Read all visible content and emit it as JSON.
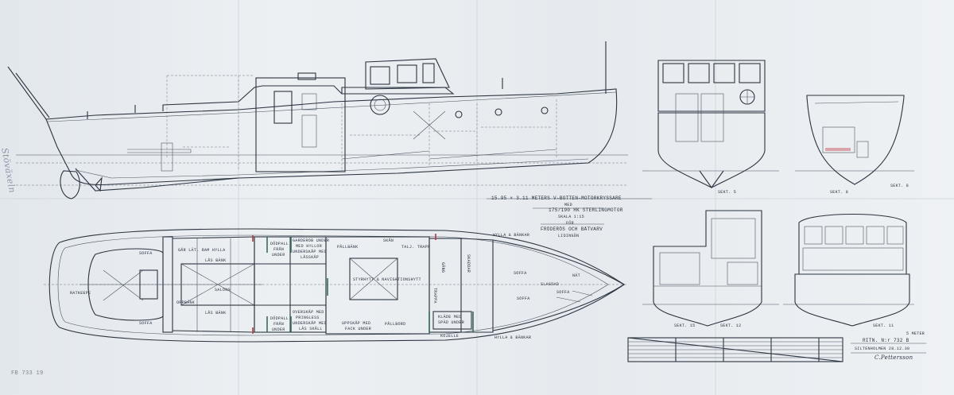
{
  "title_block": {
    "line1": "15.95 × 3.11 METERS V-BOTTEN-MOTORKRYSSARE",
    "line2": "MED",
    "line3": "175/190 HK STERLINGMOTOR",
    "line4": "SKALA 1:15",
    "line5": "FÖR",
    "line6": "FRÖDERÖS OCH BÄTVARV",
    "line7": "LIDINGÖN"
  },
  "drawing_info": {
    "number": "RITN. N:r 732 B",
    "place_date": "SILTENHOLMEN 28.12.30",
    "signature": "C.Pettersson",
    "scale_unit": "5 METER"
  },
  "archive_stamp": "FB 733 19",
  "margin_note": "Stöväxeln",
  "sections": {
    "s1": "SEKT. 5",
    "s2": "SEKT. 8",
    "s3": "SEKT. 15",
    "s4": "SEKT. 12",
    "s5": "SEKT. 11"
  },
  "plan_labels": {
    "ratkeep": "RATKEEPE",
    "sofa_a": "SOFFA",
    "sofa_b": "SOFFA",
    "sofa_c": "SOFFA",
    "sofa_d": "SOFFA",
    "las_back_a": "LÅS BÄNK",
    "las_back_b": "LÅS BÄNK",
    "lid_hylla": "GÅR LÄT. RAM HYLLA",
    "salong": "SALONG",
    "oppbank": "OPPBÄNK",
    "dodpall_a": "DÖDPALL",
    "dodpall_a2": "FRÅN",
    "dodpall_a3": "UNDER",
    "dodpall_b": "DÖDPALL",
    "dodpall_b2": "FRÅN",
    "dodpall_b3": "UNDER",
    "garderob_a1": "GARDEROB UNDER",
    "garderob_a2": "MED HYLLOR",
    "garderob_a3": "UNDERSKÅP MED",
    "garderob_a4": "LÅSSKÅP",
    "garderob_b1": "OVERSKÅP MED",
    "garderob_b2": "PRINGLESS",
    "garderob_b3": "UNDERSKÅP MED",
    "garderob_b4": "LÅS SKÅLL",
    "pallbank": "PÅLLBÄNK",
    "pallbord": "PÅLLBORD",
    "uppskap_1": "UPPSKÅP MED",
    "uppskap_2": "FACK UNDER",
    "skan": "SKÅN",
    "talj_trapp": "TALJ. TRAPP",
    "styrhytt": "STYRHYTT & NAVIGATIONSHYTT",
    "gang": "GÅNG",
    "trappa": "TRAPPA",
    "klade_1": "KLÄDE MED",
    "klade_2": "SPÄD UNDER",
    "kojelle": "KOJELLE",
    "hylla_1": "HYLLA & BÄNKAR",
    "hylla_2": "HYLLA & BÄNKAR",
    "skaddar": "SKADDAR",
    "sofa_e": "SOFFA",
    "slagdad": "SLAGDAD",
    "nat": "NÄT"
  }
}
